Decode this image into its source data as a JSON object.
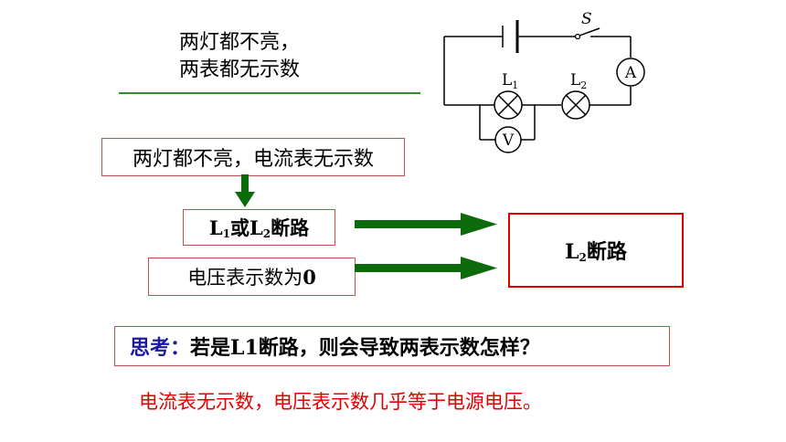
{
  "title": {
    "line1": "两灯都不亮，",
    "line2": "两表都无示数"
  },
  "circuit": {
    "switch_label": "S",
    "ammeter_label": "A",
    "voltmeter_label": "V",
    "lamp1_label": "L",
    "lamp1_sub": "1",
    "lamp2_label": "L",
    "lamp2_sub": "2"
  },
  "flow": {
    "observation": "两灯都不亮，电流表无示数",
    "inference_a": "L",
    "inference_a_sub": "1",
    "inference_or": "或",
    "inference_b": "L",
    "inference_b_sub": "2",
    "inference_suffix": "断路",
    "voltage_text": "电压表示数为",
    "voltage_value": "0",
    "conclusion": "L",
    "conclusion_sub": "2",
    "conclusion_suffix": "断路"
  },
  "question": {
    "label": "思考：",
    "text": "若是L1断路，则会导致两表示数怎样？"
  },
  "answer": "电流表无示数，电压表示数几乎等于电源电压。",
  "colors": {
    "arrow": "#0b6b0b",
    "box_border": "#c0504d",
    "conclusion_border": "#e00000",
    "answer": "#e00000",
    "question_label": "#1a1aa0"
  }
}
